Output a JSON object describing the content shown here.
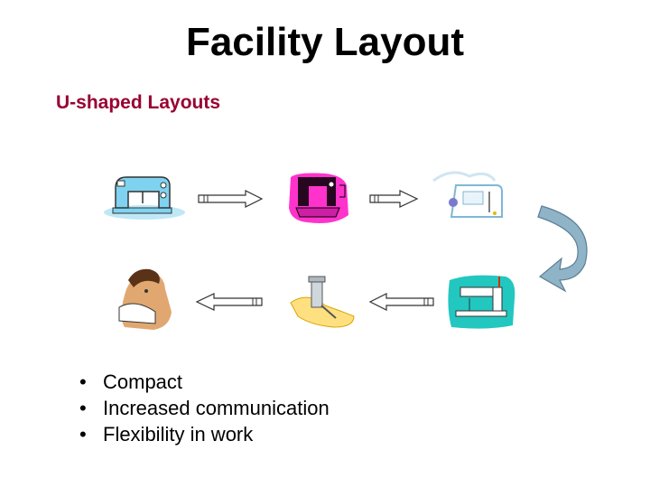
{
  "slide": {
    "title": "Facility Layout",
    "subtitle": "U-shaped Layouts",
    "bullets": [
      "Compact",
      "Increased communication",
      "Flexibility in work"
    ]
  },
  "illustration": {
    "top_row": [
      "sewing-machine-blue",
      "sewing-machine-magenta",
      "sewing-machine-white"
    ],
    "bottom_row": [
      "seamstress",
      "sewing-foot-yellow",
      "sewing-machine-teal"
    ],
    "colors": {
      "blue": "#7fd3f0",
      "magenta": "#ff33cc",
      "teal": "#22c7c0",
      "yellow": "#ffe080",
      "curved_arrow": "#8fb3c7"
    }
  }
}
